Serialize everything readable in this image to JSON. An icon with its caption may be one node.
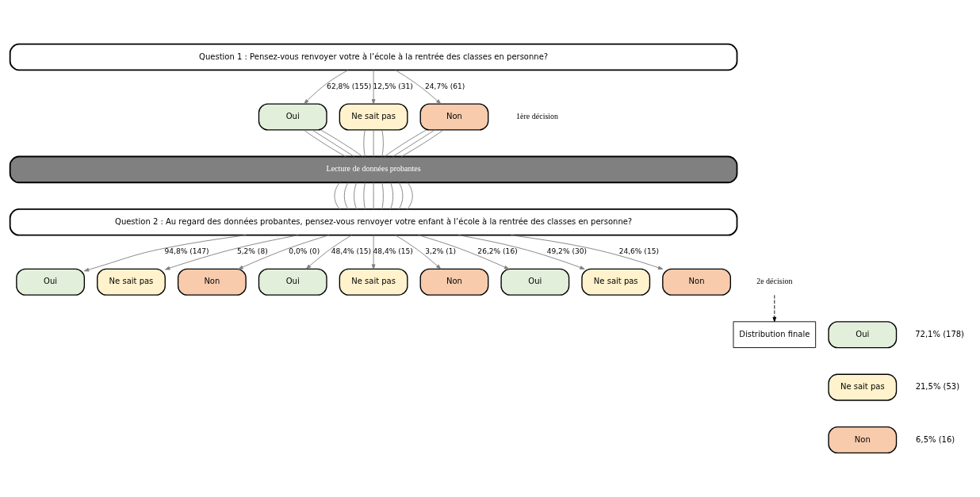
{
  "diagram": {
    "nodes": [
      {
        "text": [
          "Question 1 : Pensez-vous renvoyer votre à l’école à la rentrée des classes en personne?"
        ]
      },
      {
        "text": [
          "Oui"
        ]
      },
      {
        "text": [
          "Ne sait pas"
        ]
      },
      {
        "text": [
          "Non"
        ]
      },
      {
        "text": [
          "Lecture de données probantes"
        ]
      },
      {
        "text": [
          "Question 2 : Au regard des données probantes, pensez-vous renvoyer votre enfant à l’école à la rentrée des classes en personne?"
        ]
      },
      {
        "text": [
          "Oui"
        ]
      },
      {
        "text": [
          "Ne sait pas"
        ]
      },
      {
        "text": [
          "Non"
        ]
      },
      {
        "text": [
          "Oui"
        ]
      },
      {
        "text": [
          "Ne sait pas"
        ]
      },
      {
        "text": [
          "Non"
        ]
      },
      {
        "text": [
          "Oui"
        ]
      },
      {
        "text": [
          "Ne sait pas"
        ]
      },
      {
        "text": [
          "Non"
        ]
      },
      {
        "text": [
          "2e décision"
        ]
      },
      {
        "text": [
          "Distribution finale"
        ]
      },
      {
        "text": [
          "Oui"
        ],
        "beside": [
          "72,1% (178)"
        ]
      },
      {
        "text": [
          "Ne sait pas"
        ],
        "beside": [
          "21,5% (53)"
        ]
      },
      {
        "text": [
          "Non"
        ],
        "beside": [
          "6,5% (16)"
        ]
      }
    ],
    "edges": [
      {
        "from": 0,
        "to": 1,
        "arrow": "to",
        "label": "62,8% (155)"
      },
      {
        "from": 0,
        "to": 2,
        "arrow": "to",
        "label": "12,5% (31)"
      },
      {
        "from": 0,
        "to": 3,
        "arrow": "to",
        "label": "24,7% (61)"
      },
      {
        "from": 1,
        "to": 4,
        "arrow": "none"
      },
      {
        "from": 1,
        "to": 4,
        "arrow": "none"
      },
      {
        "from": 1,
        "to": 4,
        "arrow": "none"
      },
      {
        "from": 2,
        "to": 4,
        "arrow": "none"
      },
      {
        "from": 2,
        "to": 4,
        "arrow": "none"
      },
      {
        "from": 2,
        "to": 4,
        "arrow": "none"
      },
      {
        "from": 3,
        "to": 4,
        "arrow": "none"
      },
      {
        "from": 3,
        "to": 4,
        "arrow": "none"
      },
      {
        "from": 3,
        "to": 4,
        "arrow": "none"
      },
      {
        "from": 4,
        "to": 5,
        "arrow": "none"
      },
      {
        "from": 4,
        "to": 5,
        "arrow": "none"
      },
      {
        "from": 4,
        "to": 5,
        "arrow": "none"
      },
      {
        "from": 4,
        "to": 5,
        "arrow": "none"
      },
      {
        "from": 4,
        "to": 5,
        "arrow": "none"
      },
      {
        "from": 4,
        "to": 5,
        "arrow": "none"
      },
      {
        "from": 4,
        "to": 5,
        "arrow": "none"
      },
      {
        "from": 4,
        "to": 5,
        "arrow": "none"
      },
      {
        "from": 4,
        "to": 5,
        "arrow": "none"
      },
      {
        "from": 5,
        "to": 6,
        "arrow": "to",
        "label": "94,8% (147)"
      },
      {
        "from": 5,
        "to": 7,
        "arrow": "to",
        "label": "5,2% (8)"
      },
      {
        "from": 5,
        "to": 8,
        "arrow": "to",
        "label": "0,0% (0)"
      },
      {
        "from": 5,
        "to": 9,
        "arrow": "to",
        "label": "48,4% (15)"
      },
      {
        "from": 5,
        "to": 10,
        "arrow": "to",
        "label": "48,4% (15)"
      },
      {
        "from": 5,
        "to": 11,
        "arrow": "to",
        "label": "3,2% (1)"
      },
      {
        "from": 5,
        "to": 12,
        "arrow": "to",
        "label": "26,2% (16)"
      },
      {
        "from": 5,
        "to": 13,
        "arrow": "to",
        "label": "49,2% (30)"
      },
      {
        "from": 5,
        "to": 14,
        "arrow": "to",
        "label": "24,6% (15)"
      },
      {
        "from": 15,
        "to": 16,
        "arrow": "to",
        "style": "dashed",
        "color": "#000000"
      }
    ],
    "labels": [
      "1ère décision"
    ]
  }
}
